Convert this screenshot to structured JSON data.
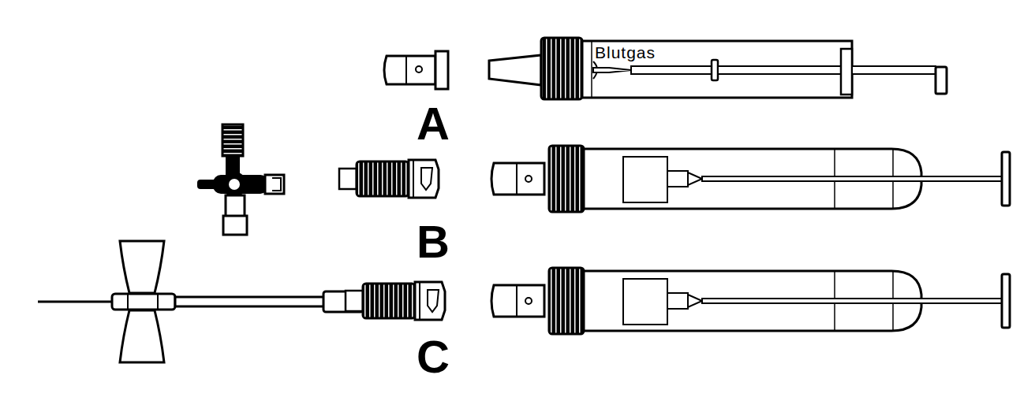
{
  "diagram": {
    "labels": [
      "Blutgas",
      "A",
      "B",
      "C"
    ]
  }
}
